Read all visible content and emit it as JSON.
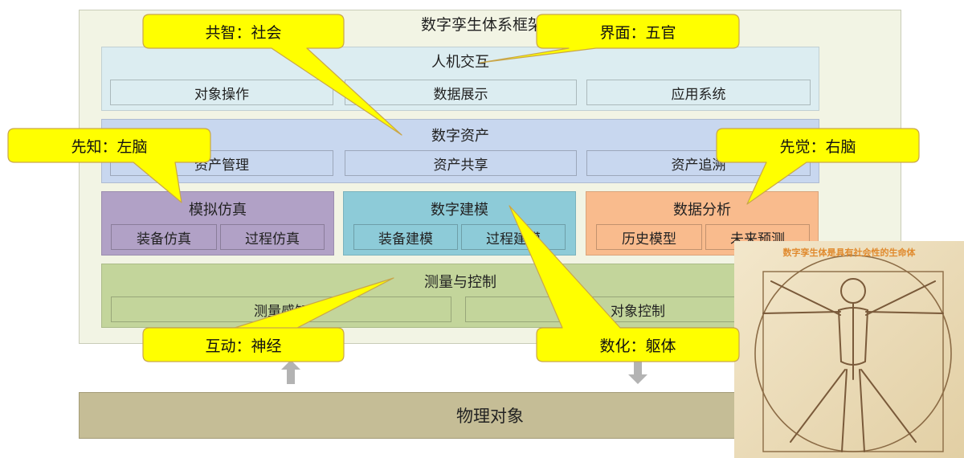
{
  "title": "数字孪生体系框架",
  "layers": {
    "hci": {
      "title": "人机交互",
      "cells": [
        "对象操作",
        "数据展示",
        "应用系统"
      ]
    },
    "assets": {
      "title": "数字资产",
      "cells": [
        "资产管理",
        "资产共享",
        "资产追溯"
      ]
    },
    "sim": {
      "title": "模拟仿真",
      "cells": [
        "装备仿真",
        "过程仿真"
      ]
    },
    "modeling": {
      "title": "数字建模",
      "cells": [
        "装备建模",
        "过程建模"
      ]
    },
    "analysis": {
      "title": "数据分析",
      "cells": [
        "历史模型",
        "未来预测"
      ]
    },
    "measure": {
      "title": "测量与控制",
      "cells": [
        "测量感知",
        "对象控制"
      ]
    }
  },
  "physical": "物理对象",
  "callouts": {
    "social": "共智：社会",
    "interface": "界面：五官",
    "left_brain": "先知：左脑",
    "right_brain": "先觉：右脑",
    "nerve": "互动：神经",
    "body": "数化：躯体"
  },
  "image_caption": "数字孪生体是具有社会性的生命体",
  "colors": {
    "callout": "#ffff00",
    "hci": "#dcedf1",
    "assets": "#c8d7ef",
    "sim": "#b1a1c6",
    "modeling": "#8dcbd8",
    "analysis": "#f9bb8d",
    "measure": "#c3d59b",
    "physical": "#c5bd96"
  },
  "icons": {
    "up": "arrow-up-icon",
    "down": "arrow-down-icon",
    "figure": "vitruvian-man-icon"
  }
}
